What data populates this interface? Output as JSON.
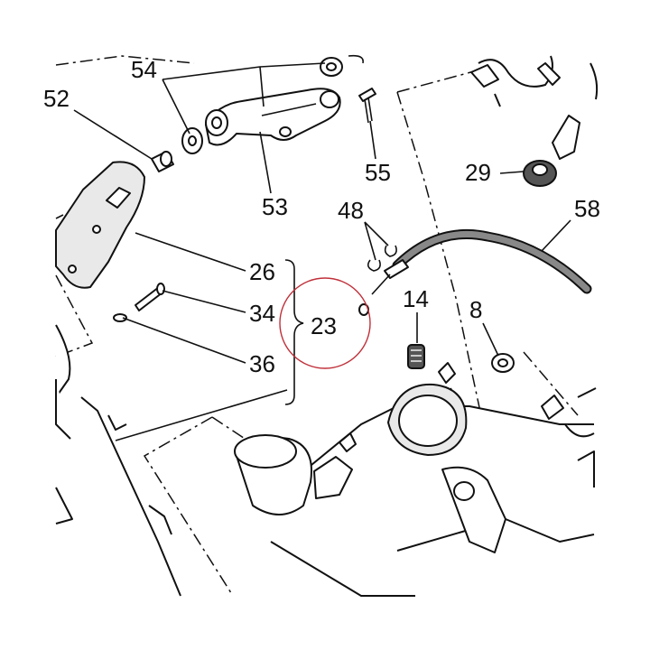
{
  "diagram": {
    "labels": {
      "p52": "52",
      "p54": "54",
      "p53": "53",
      "p55": "55",
      "p29": "29",
      "p58": "58",
      "p48": "48",
      "p26": "26",
      "p34": "34",
      "p23": "23",
      "p36": "36",
      "p14": "14",
      "p8": "8"
    },
    "highlight_color": "#c0303a"
  }
}
